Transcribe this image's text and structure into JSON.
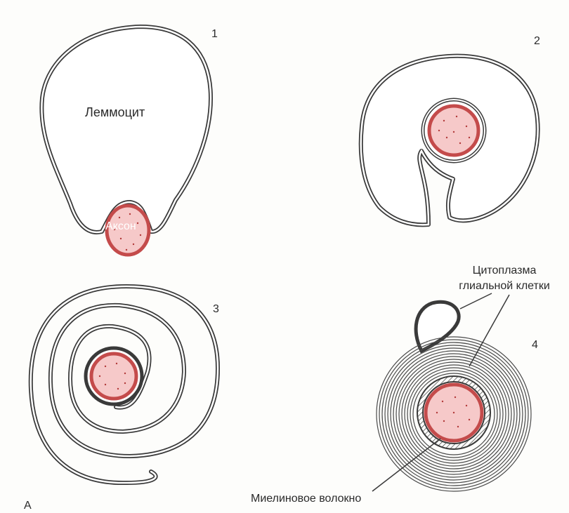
{
  "figure": {
    "panel_letter": "А",
    "panels": [
      {
        "number": "1",
        "labels": {
          "cell": "Леммоцит",
          "axon": "Аксон"
        }
      },
      {
        "number": "2"
      },
      {
        "number": "3"
      },
      {
        "number": "4",
        "labels": {
          "glial_cytoplasm_line1": "Цитоплазма",
          "glial_cytoplasm_line2": "глиальной клетки",
          "myelin_fiber": "Миелиновое волокно"
        }
      }
    ]
  },
  "colors": {
    "membrane": "#3a3a3a",
    "axon_fill": "#f6c9c9",
    "axon_ring": "#c44b4b",
    "axon_dots": "#b23a3a",
    "background": "#fdfdfb"
  }
}
